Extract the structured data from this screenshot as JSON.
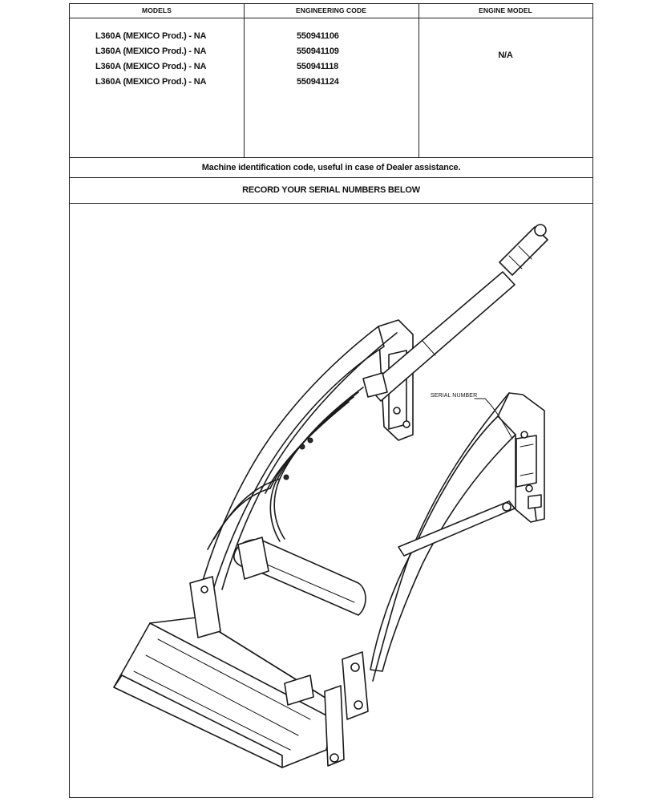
{
  "header": {
    "models_label": "MODELS",
    "engineering_code_label": "ENGINEERING CODE",
    "engine_model_label": "ENGINE MODEL"
  },
  "rows": [
    {
      "model": "L360A (MEXICO Prod.) - NA",
      "code": "550941106"
    },
    {
      "model": "L360A (MEXICO Prod.) - NA",
      "code": "550941109"
    },
    {
      "model": "L360A (MEXICO Prod.) - NA",
      "code": "550941118"
    },
    {
      "model": "L360A (MEXICO Prod.) - NA",
      "code": "550941124"
    }
  ],
  "engine_model_value": "N/A",
  "identification_note": "Machine identification code, useful in case of Dealer assistance.",
  "record_heading": "RECORD YOUR SERIAL NUMBERS BELOW",
  "drawing": {
    "callout_label": "SERIAL NUMBER",
    "line_color": "#1a1a1a"
  }
}
